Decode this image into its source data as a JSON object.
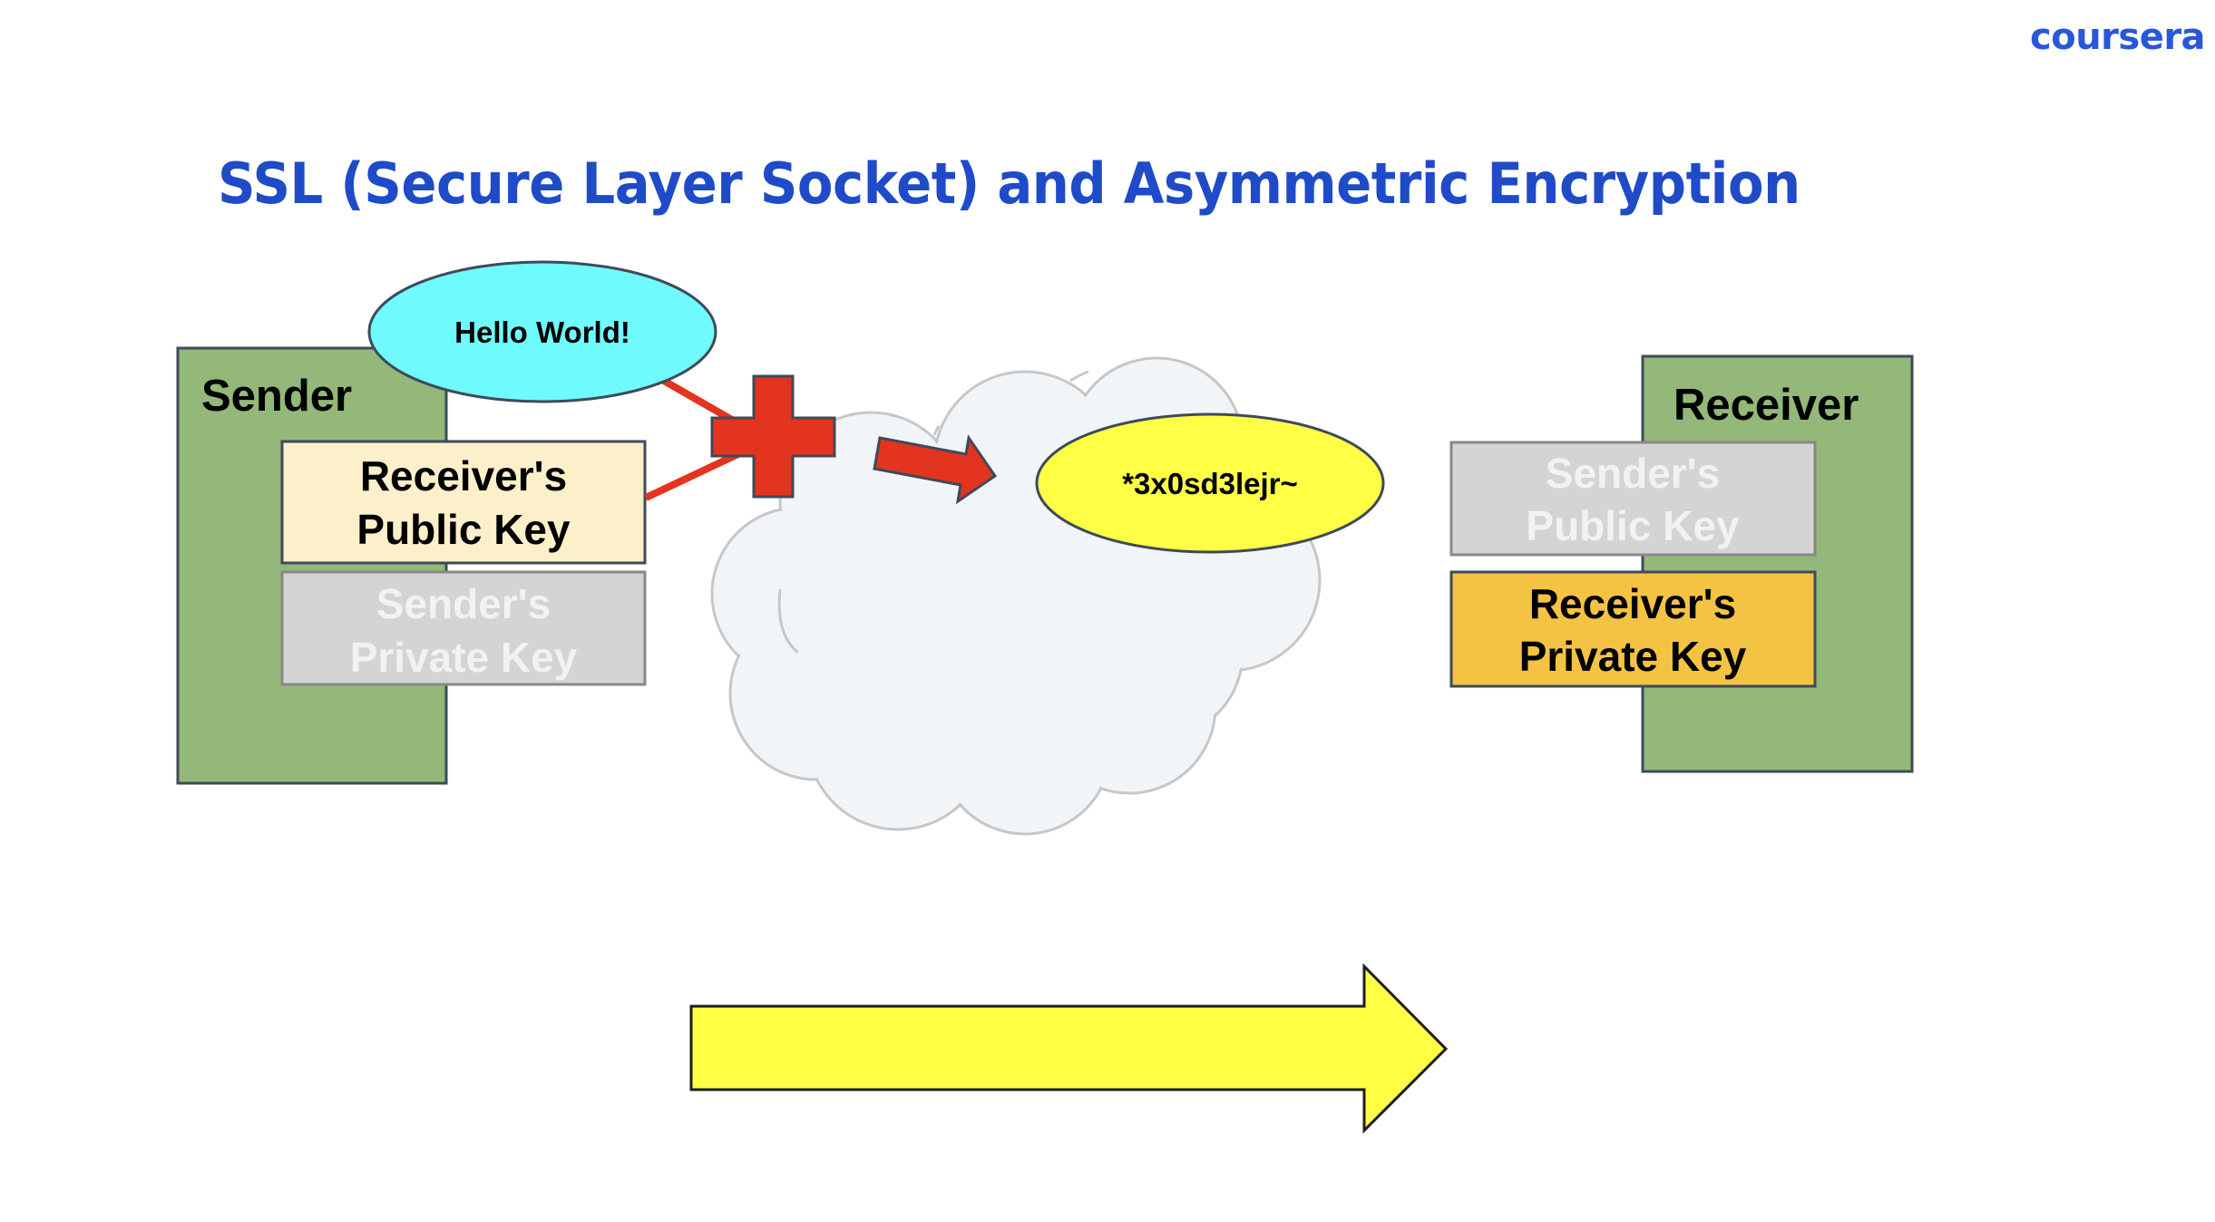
{
  "brand": {
    "logo_text": "coursera"
  },
  "slide": {
    "title": "SSL (Secure Layer Socket) and Asymmetric Encryption"
  },
  "sender": {
    "label": "Sender",
    "public_key": {
      "line1": "Receiver's",
      "line2": "Public Key",
      "state": "active"
    },
    "private_key": {
      "line1": "Sender's",
      "line2": "Private Key",
      "state": "dimmed"
    }
  },
  "message": {
    "plaintext": "Hello World!",
    "ciphertext": "*3x0sd3lejr~"
  },
  "network": {
    "shape": "cloud"
  },
  "receiver": {
    "label": "Receiver",
    "public_key": {
      "line1": "Sender's",
      "line2": "Public Key",
      "state": "dimmed"
    },
    "private_key": {
      "line1": "Receiver's",
      "line2": "Private Key",
      "state": "active"
    }
  },
  "flow": {
    "direction": "sender-to-receiver",
    "operator_icon": "plus-icon"
  },
  "colors": {
    "title": "#1F4BC8",
    "brand": "#2A56D9",
    "party_box": "#93B87A",
    "active_public_key": "#FCF0CB",
    "active_private_key": "#F4C344",
    "dimmed_key": "#D4D4D4",
    "dimmed_text": "#F2F2F2",
    "plaintext_bubble": "#6FFAFD",
    "ciphertext_bubble": "#FFFF46",
    "operator": "#E2341E",
    "cloud_fill": "#F2F5F8",
    "cloud_stroke": "#C7C7C7",
    "flow_arrow": "#FFFF44"
  }
}
